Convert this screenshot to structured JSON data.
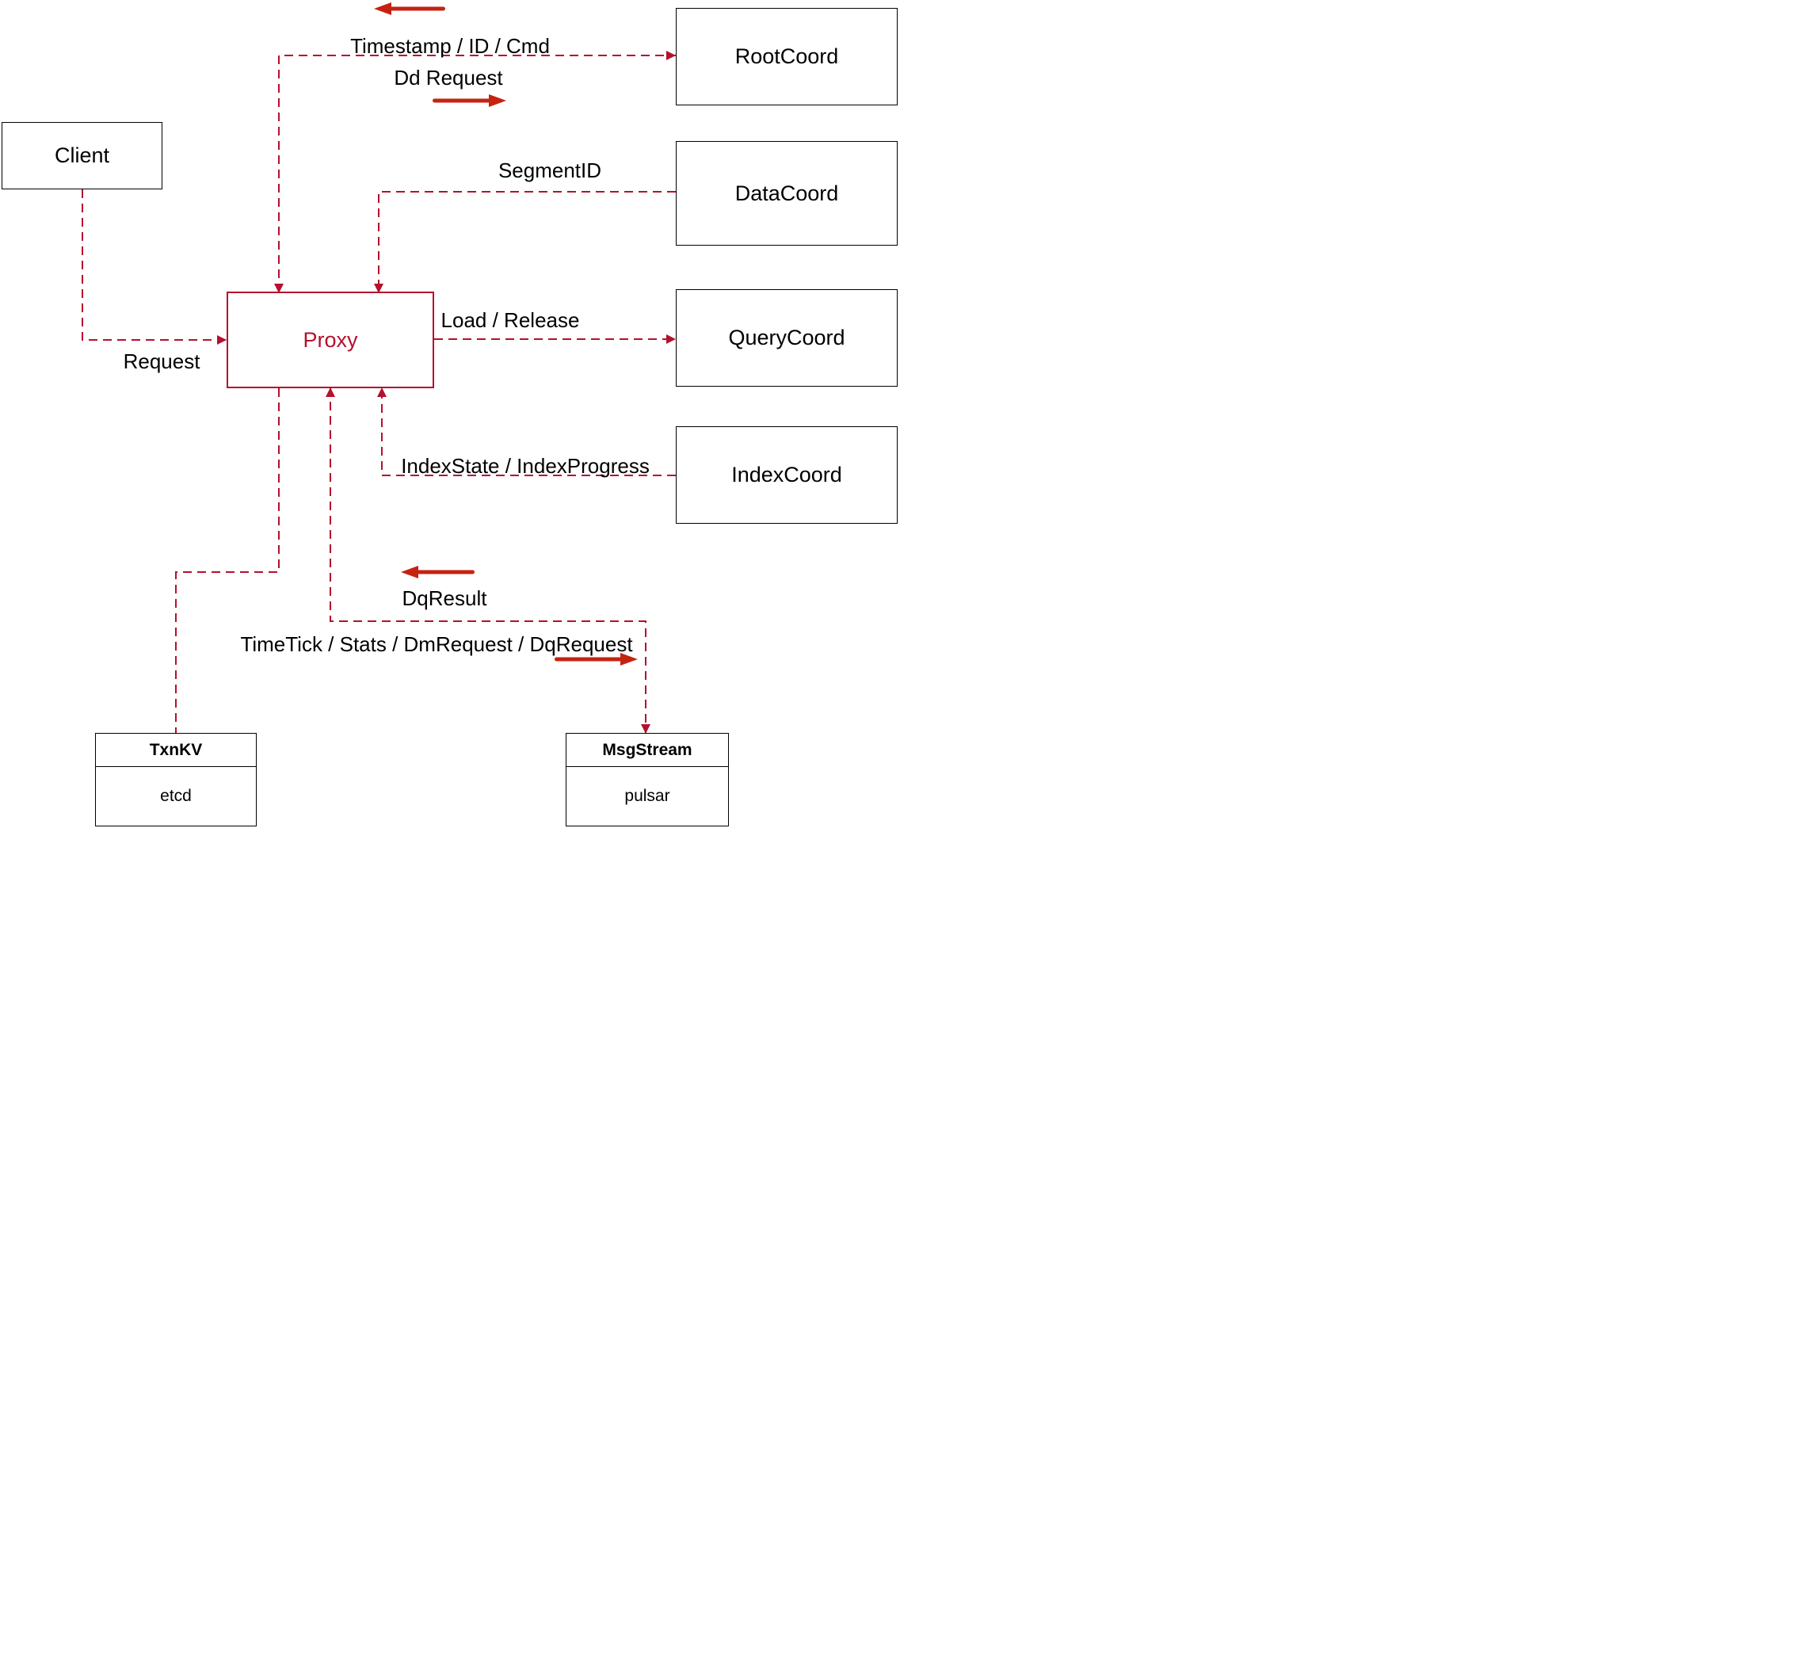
{
  "nodes": {
    "client": {
      "label": "Client"
    },
    "proxy": {
      "label": "Proxy"
    },
    "root_coord": {
      "label": "RootCoord"
    },
    "data_coord": {
      "label": "DataCoord"
    },
    "query_coord": {
      "label": "QueryCoord"
    },
    "index_coord": {
      "label": "IndexCoord"
    },
    "txn_kv": {
      "title": "TxnKV",
      "impl": "etcd"
    },
    "msg_stream": {
      "title": "MsgStream",
      "impl": "pulsar"
    }
  },
  "edge_labels": {
    "timestamp_id_cmd": "Timestamp / ID / Cmd",
    "dd_request": "Dd Request",
    "segment_id": "SegmentID",
    "load_release": "Load / Release",
    "index_state": "IndexState / IndexProgress",
    "request": "Request",
    "dq_result": "DqResult",
    "time_tick": "TimeTick / Stats / DmRequest / DqRequest"
  },
  "edges": [
    {
      "from": "proxy",
      "to": "root_coord",
      "style": "dashed",
      "arrowheads": [
        "proxy-top",
        "root_coord-left"
      ],
      "labels": [
        "timestamp_id_cmd",
        "dd_request"
      ]
    },
    {
      "from": "data_coord",
      "to": "proxy",
      "style": "dashed",
      "arrowheads": [
        "proxy-top"
      ],
      "labels": [
        "segment_id"
      ]
    },
    {
      "from": "proxy",
      "to": "query_coord",
      "style": "dashed",
      "arrowheads": [
        "query_coord-left"
      ],
      "labels": [
        "load_release"
      ]
    },
    {
      "from": "index_coord",
      "to": "proxy",
      "style": "dashed",
      "arrowheads": [
        "proxy-bottom"
      ],
      "labels": [
        "index_state"
      ]
    },
    {
      "from": "client",
      "to": "proxy",
      "style": "dashed",
      "arrowheads": [
        "proxy-left"
      ],
      "labels": [
        "request"
      ]
    },
    {
      "from": "proxy",
      "to": "msg_stream",
      "style": "dashed",
      "arrowheads": [
        "proxy-bottom",
        "msg_stream-top"
      ],
      "labels": [
        "dq_result",
        "time_tick"
      ]
    },
    {
      "from": "proxy",
      "to": "txn_kv",
      "style": "dashed",
      "arrowheads": [],
      "labels": []
    }
  ],
  "direction_arrows": [
    {
      "annotates": "timestamp_id_cmd",
      "direction": "left"
    },
    {
      "annotates": "dd_request",
      "direction": "right"
    },
    {
      "annotates": "dq_result",
      "direction": "left"
    },
    {
      "annotates": "time_tick",
      "direction": "right"
    }
  ],
  "colors": {
    "dashed_line": "#b5102d",
    "solid_arrow": "#c52310",
    "box_border": "#000000",
    "text": "#000000",
    "proxy_accent": "#b5102d",
    "background": "#ffffff"
  }
}
